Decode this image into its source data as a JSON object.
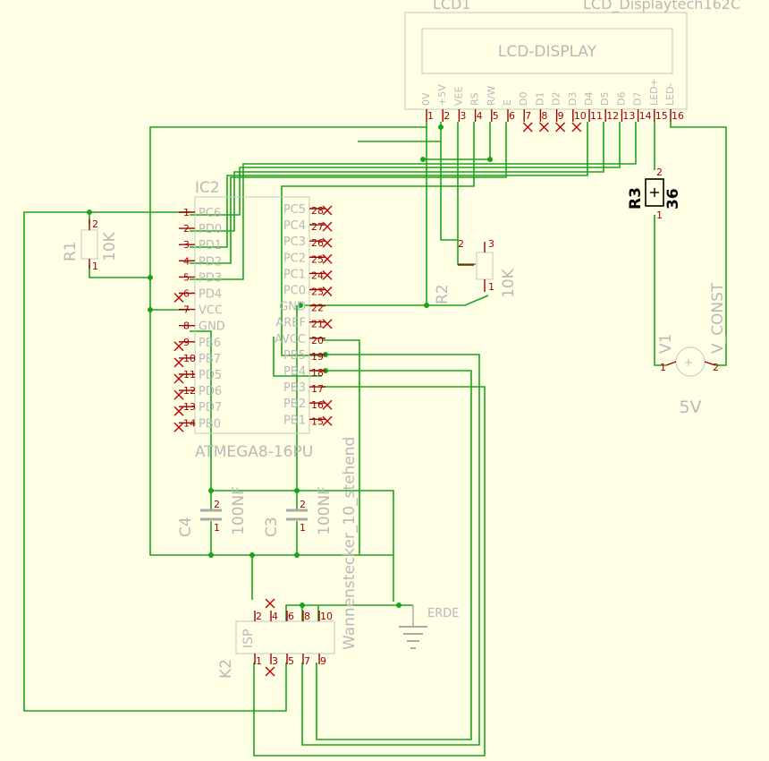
{
  "colors": {
    "background": "#ffffe6",
    "wire": "#1aa31a",
    "pin": "#a00000",
    "outline": "#c4c4c4",
    "label": "#b8b8b8",
    "r3": "#000000"
  },
  "lcd": {
    "name": "LCD1",
    "type": "LCD_Displaytech162C",
    "screen_label": "LCD-DISPLAY",
    "pins": [
      "0V",
      "+5V",
      "VEE",
      "RS",
      "R/W",
      "E",
      "D0",
      "D1",
      "D2",
      "D3",
      "D4",
      "D5",
      "D6",
      "D7",
      "LED+",
      "LED-"
    ],
    "pin_numbers": [
      "1",
      "2",
      "3",
      "4",
      "5",
      "6",
      "7",
      "8",
      "9",
      "10",
      "11",
      "12",
      "13",
      "14",
      "15",
      "16"
    ]
  },
  "ic2": {
    "name": "IC2",
    "part": "ATMEGA8-16PU",
    "left_pins": [
      "PC6",
      "PD0",
      "PD1",
      "PD2",
      "PD3",
      "PD4",
      "VCC",
      "GND",
      "PB6",
      "PB7",
      "PD5",
      "PD6",
      "PD7",
      "PB0"
    ],
    "left_numbers": [
      "1",
      "2",
      "3",
      "4",
      "5",
      "6",
      "7",
      "8",
      "9",
      "10",
      "11",
      "12",
      "13",
      "14"
    ],
    "right_pins": [
      "PC5",
      "PC4",
      "PC3",
      "PC2",
      "PC1",
      "PC0",
      "GND",
      "AREF",
      "AVCC",
      "PB5",
      "PB4",
      "PB3",
      "PB2",
      "PB1"
    ],
    "right_numbers": [
      "28",
      "27",
      "26",
      "25",
      "24",
      "23",
      "22",
      "21",
      "20",
      "19",
      "18",
      "17",
      "16",
      "15"
    ]
  },
  "r1": {
    "name": "R1",
    "value": "10K",
    "pins": [
      "2",
      "1"
    ]
  },
  "r2": {
    "name": "R2",
    "value": "10K",
    "pins": [
      "2",
      "3",
      "1"
    ]
  },
  "r3": {
    "name": "R3",
    "value": "36",
    "pins": [
      "2",
      "1"
    ]
  },
  "v1": {
    "name": "V1",
    "type": "V_CONST",
    "value": "5V",
    "pins": [
      "1",
      "2"
    ]
  },
  "c4": {
    "name": "C4",
    "value": "100NF",
    "pins": [
      "2",
      "1"
    ]
  },
  "c3": {
    "name": "C3",
    "value": "100NF",
    "pins": [
      "2",
      "1"
    ]
  },
  "k2": {
    "name": "K2",
    "label": "ISP",
    "type": "Wannenstecker_10_stehend",
    "top_pins": [
      "2",
      "4",
      "6",
      "8",
      "10"
    ],
    "bottom_pins": [
      "1",
      "3",
      "5",
      "7",
      "9"
    ]
  },
  "ground": {
    "label": "ERDE"
  }
}
